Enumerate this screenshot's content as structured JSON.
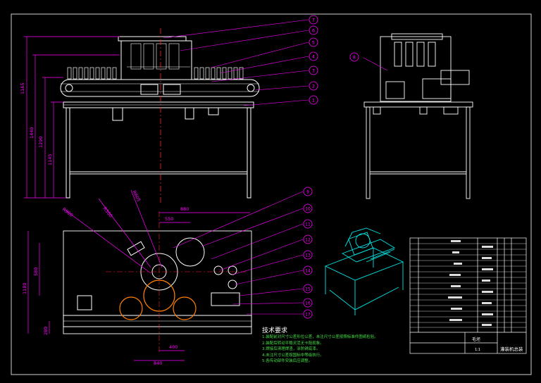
{
  "drawing": {
    "front_view": {
      "dimensions": [
        "1165",
        "1440",
        "1290",
        "1145"
      ],
      "balloons": [
        "7",
        "6",
        "5",
        "4",
        "3",
        "2",
        "1"
      ]
    },
    "side_view": {
      "balloons": [
        "8"
      ]
    },
    "top_view": {
      "dimensions": [
        "880",
        "550",
        "R300",
        "R900",
        "R605",
        "1180",
        "580",
        "280",
        "400",
        "840"
      ],
      "balloons": [
        "9",
        "10",
        "11",
        "12",
        "13",
        "14",
        "15",
        "16",
        "17"
      ]
    },
    "technical_requirements": {
      "title": "技术要求",
      "items": [
        "1.装配前对尺寸公差形位公差，未注尺寸公差按照标准件图纸检验。",
        "2.装配后转动平稳灵活无卡阻现象。",
        "3.焊接后清理焊渣，涂防锈底漆。",
        "4.未注尺寸公差按国标中等级执行。",
        "5.各传动部件安装后应调整。"
      ]
    },
    "title_block": {
      "material": "毛坯",
      "name": "灌装机总装",
      "scale": "1:1"
    }
  },
  "colors": {
    "background": "#000000",
    "outline": "#ffffff",
    "dimension": "#ff00ff",
    "centerline": "#ff2020",
    "hidden": "#ffff00",
    "orange": "#ff8000",
    "green": "#46e046",
    "cyan": "#00e5e5",
    "frame": "#d0d0d0"
  }
}
